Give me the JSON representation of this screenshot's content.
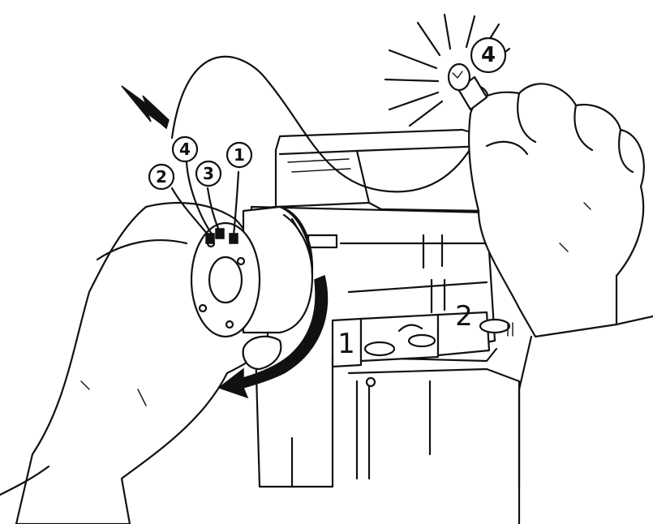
{
  "callouts": {
    "lead_2": "2",
    "lead_4": "4",
    "lead_3": "3",
    "lead_1": "1",
    "lamp_4": "4"
  },
  "cam_positions": {
    "pos_1": "1",
    "pos_2": "2"
  }
}
